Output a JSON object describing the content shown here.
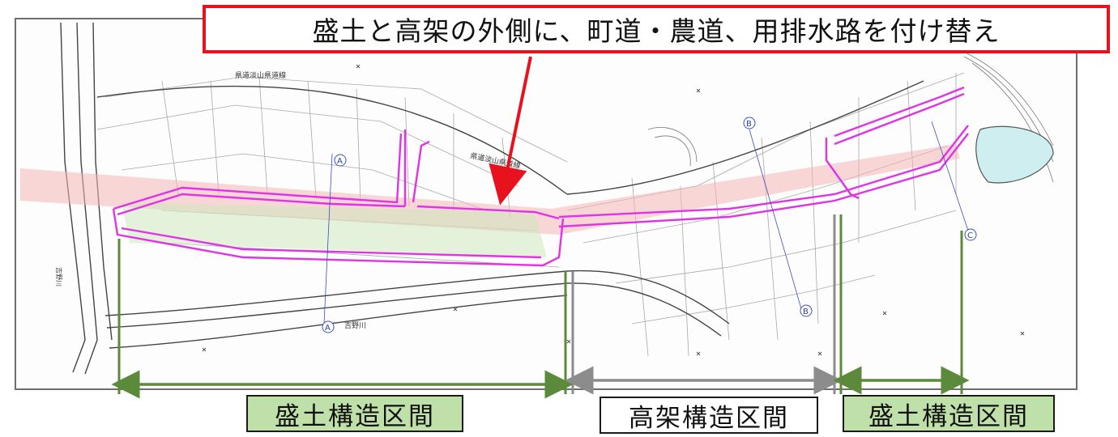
{
  "callout": {
    "text": "盛土と高架の外側に、町道・農道、用排水路を付け替え"
  },
  "sections": [
    {
      "label": "盛土構造区間",
      "kind": "embankment"
    },
    {
      "label": "高架構造区間",
      "kind": "viaduct"
    },
    {
      "label": "盛土構造区間",
      "kind": "embankment"
    }
  ],
  "map": {
    "road_labels": [
      "県道淡山県道線",
      "県道淡山県道線"
    ],
    "river_labels": [
      "吉野川",
      "吉野川"
    ],
    "section_markers": [
      "A",
      "A",
      "B",
      "B",
      "C"
    ]
  },
  "colors": {
    "callout_border": "#e8121e",
    "relocation_outline": "#e033e6",
    "route_band": "#f4b6b6",
    "embankment_dimension": "#5a8a3a",
    "viaduct_dimension": "#8c8c8c",
    "embankment_label_bg": "#bfe0a8",
    "pond": "#cfeef0"
  }
}
